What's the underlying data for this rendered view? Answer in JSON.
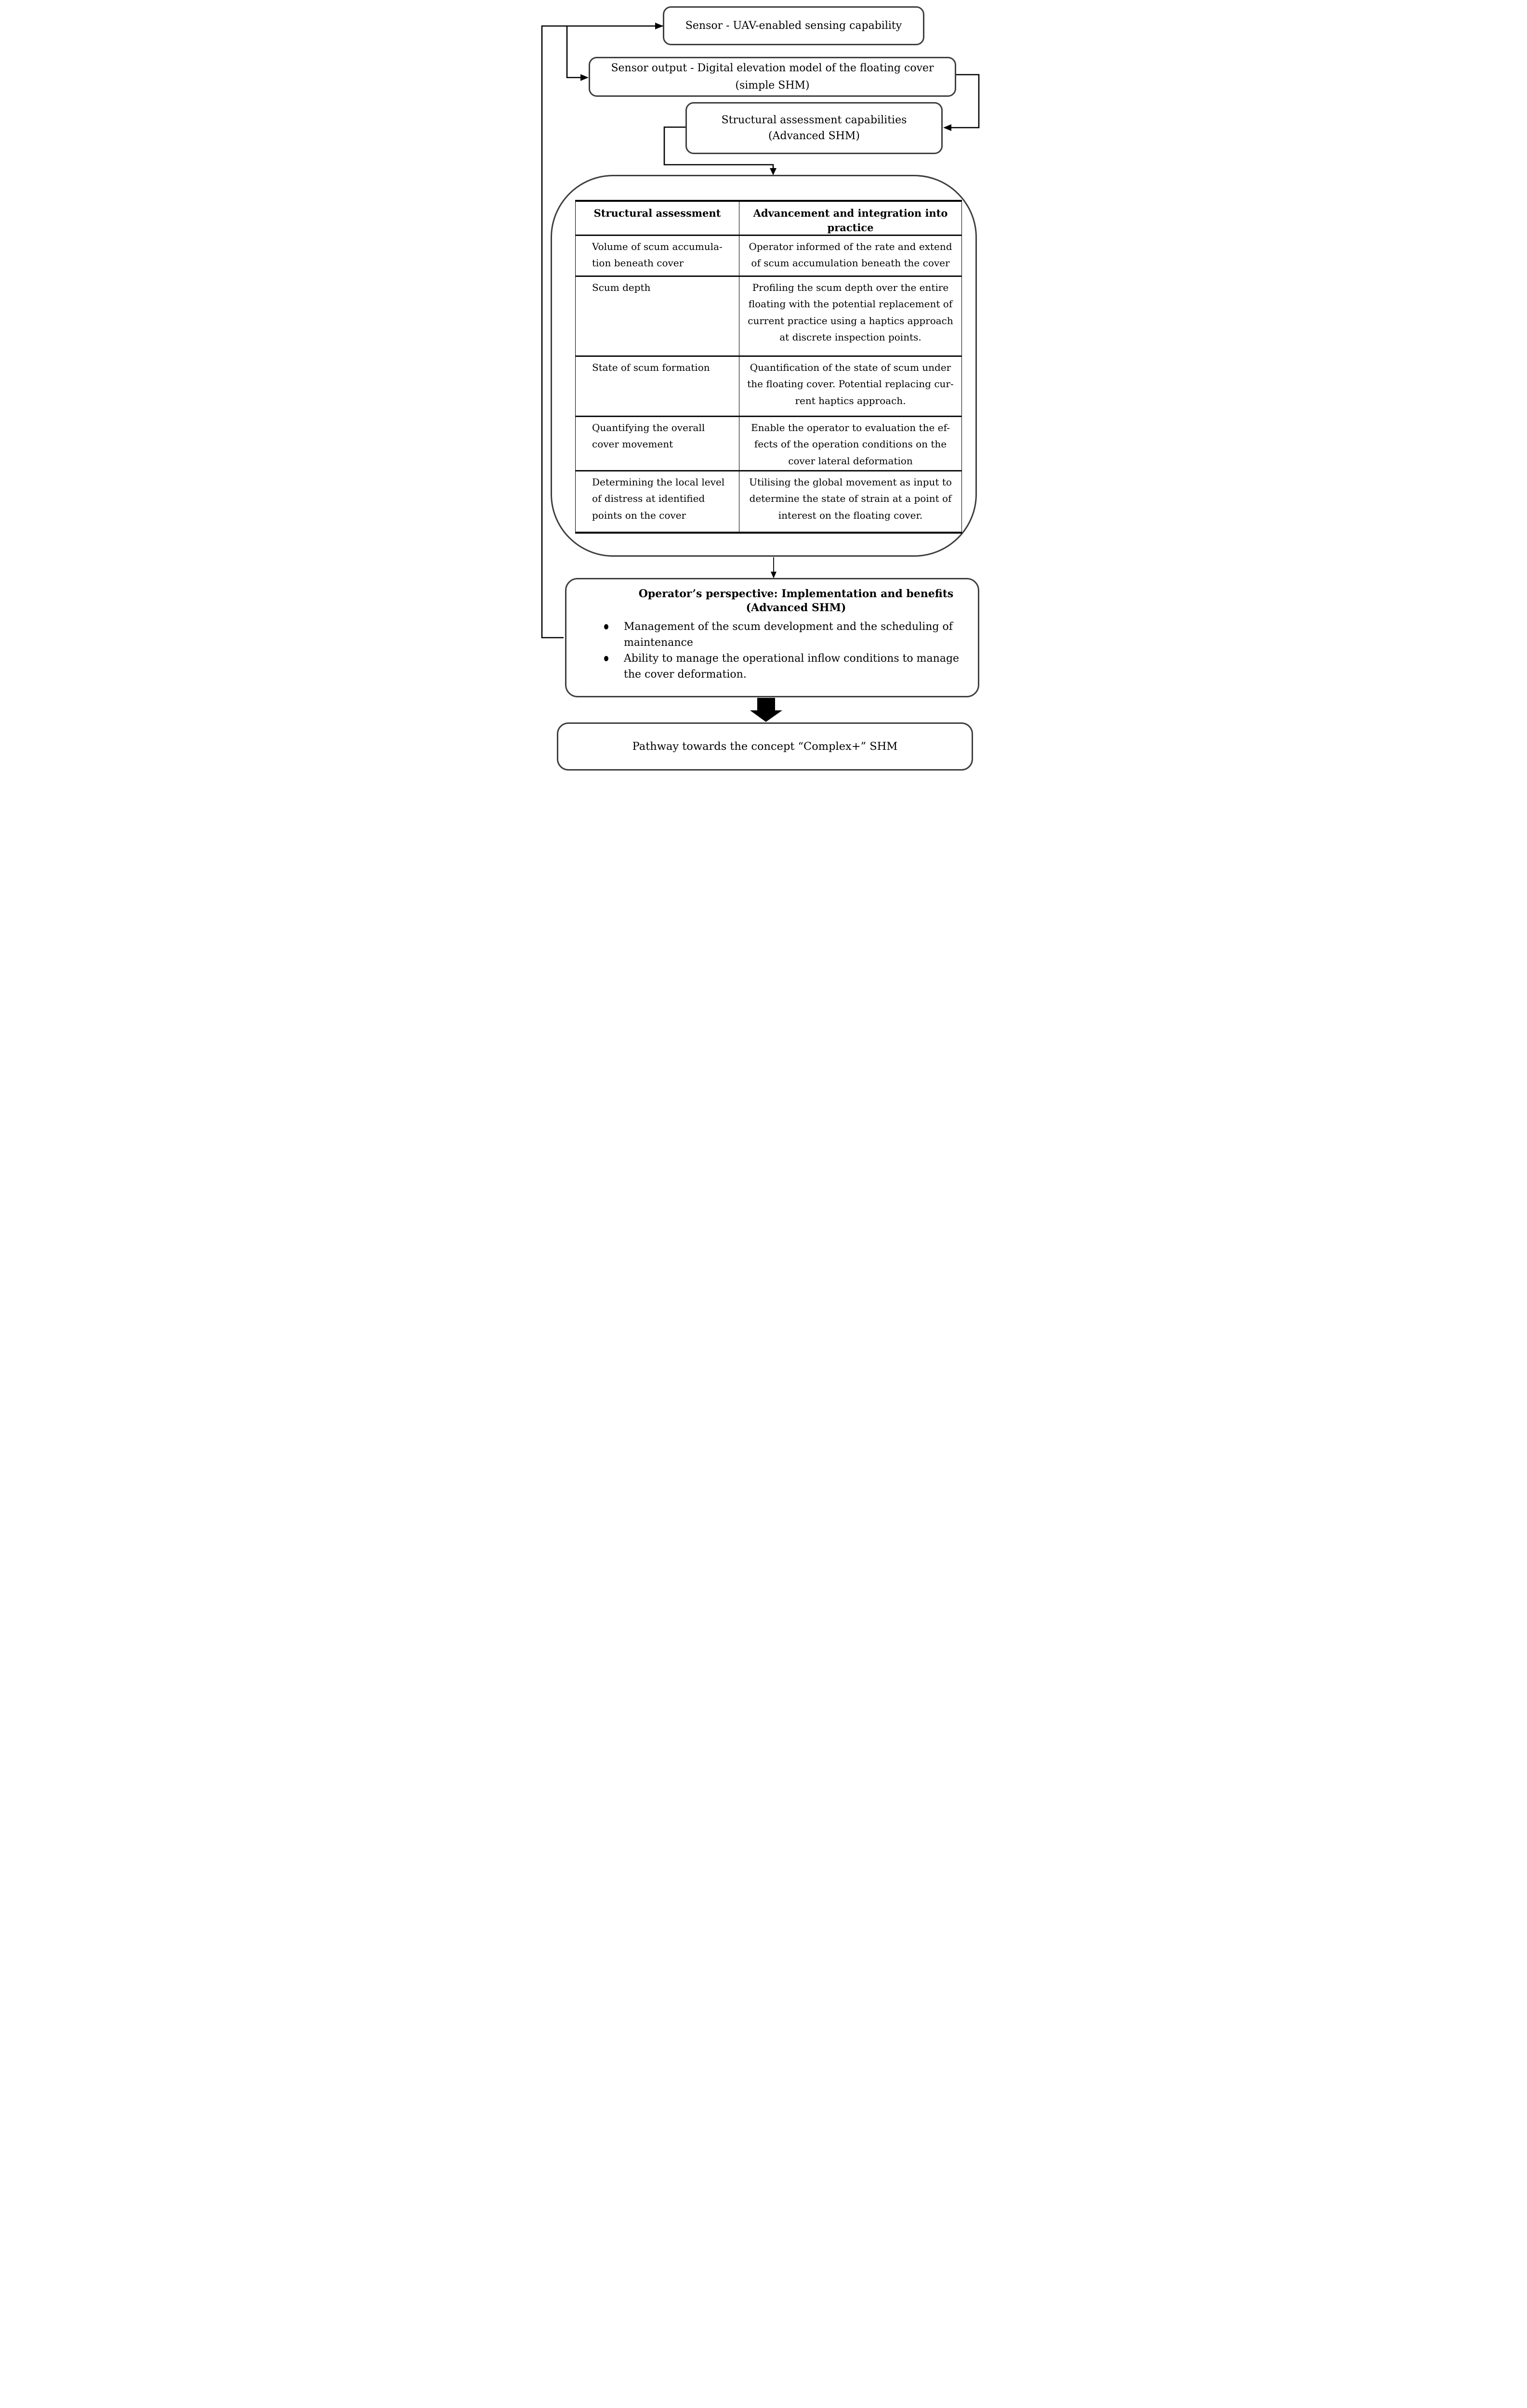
{
  "diagram": {
    "colors": {
      "box_border": "#3e3e3e",
      "connector": "#000000",
      "text": "#000000",
      "background": "#ffffff"
    },
    "nodes": {
      "sensor": {
        "label": "Sensor - UAV-enabled sensing capability"
      },
      "sensor_output": {
        "label": "Sensor output - Digital elevation model of the floating cover\n(simple SHM)"
      },
      "structural_capabilities": {
        "label": "Structural assessment capabilities\n(Advanced SHM)"
      },
      "operator": {
        "title": "Operator’s perspective: Implementation and benefits\n(Advanced SHM)",
        "bullets": [
          "Management of the scum development and the scheduling of\nmaintenance",
          "Ability to manage the operational inflow conditions to manage\nthe cover deformation."
        ]
      },
      "pathway": {
        "label": "Pathway towards the concept “Complex+” SHM"
      }
    },
    "table": {
      "headers": [
        "Structural assessment",
        "Advancement and integration into\npractice"
      ],
      "rows": [
        {
          "assessment": "Volume of scum accumula-\ntion beneath cover",
          "advancement": "Operator informed of the rate and extend\nof scum accumulation beneath the cover"
        },
        {
          "assessment": "Scum depth",
          "advancement": "Profiling the scum depth over the entire\nfloating with the potential replacement of\ncurrent practice using a haptics approach\nat discrete inspection points."
        },
        {
          "assessment": "State of scum formation",
          "advancement": "Quantification of the state of scum under\nthe floating cover. Potential replacing cur-\nrent haptics approach."
        },
        {
          "assessment": "Quantifying the overall\ncover movement",
          "advancement": "Enable the operator to evaluation the ef-\nfects of the operation conditions on the\ncover lateral deformation"
        },
        {
          "assessment": "Determining the local level\nof distress at identified\npoints on the cover",
          "advancement": "Utilising the global movement as input to\ndetermine the state of strain at a point of\ninterest on the floating cover."
        }
      ]
    }
  }
}
